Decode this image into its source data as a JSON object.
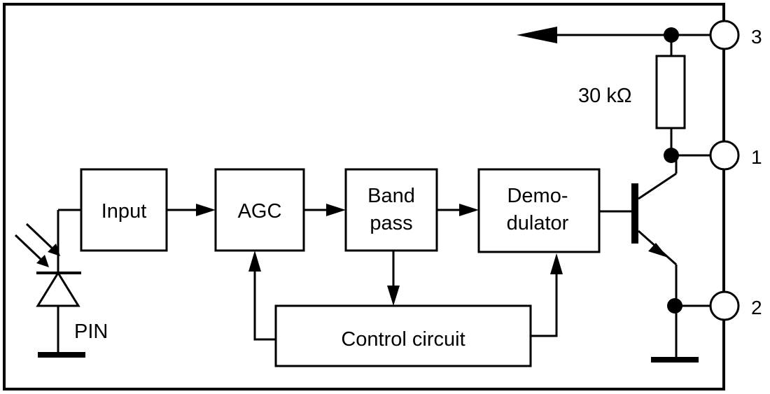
{
  "blocks": {
    "input": "Input",
    "agc": "AGC",
    "bandpass_line1": "Band",
    "bandpass_line2": "pass",
    "demod_line1": "Demo-",
    "demod_line2": "dulator",
    "control": "Control circuit"
  },
  "photodiode_label": "PIN",
  "resistor_label": "30 kΩ",
  "pins": {
    "pin3": "3",
    "pin1": "1",
    "pin2": "2"
  }
}
